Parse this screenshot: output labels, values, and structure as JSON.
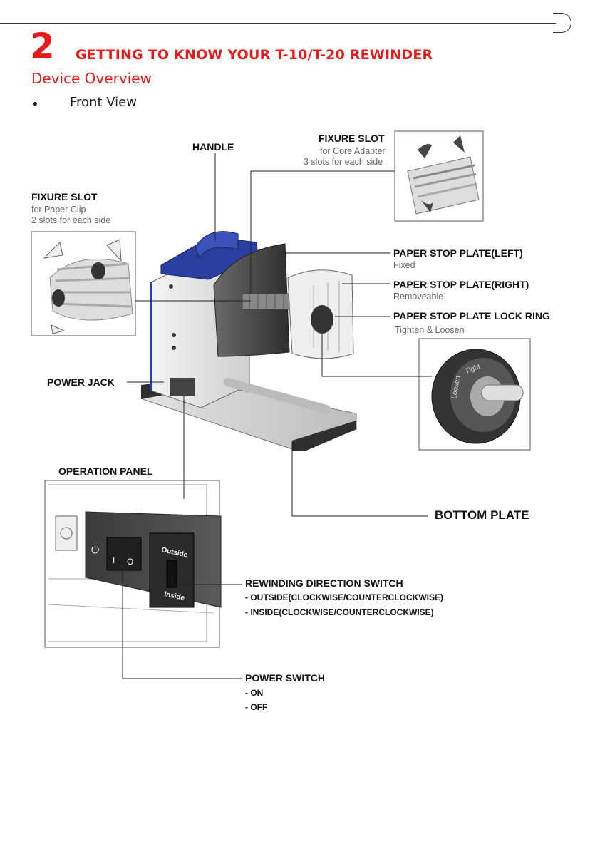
{
  "header": {
    "chapter_number": "2",
    "chapter_title": "GETTING TO KNOW YOUR T-10/T-20 REWINDER",
    "section_title": "Device Overview",
    "bullet_glyph": "•",
    "bullet_label": "Front View"
  },
  "labels": {
    "handle": "HANDLE",
    "fixure_core": {
      "title": "FIXURE SLOT",
      "line1": "for Core Adapter",
      "line2": "3 slots for each side"
    },
    "fixure_clip": {
      "title": "FIXURE SLOT",
      "line1": "for Paper Clip",
      "line2": "2 slots for each side"
    },
    "stop_left": {
      "title": "PAPER STOP PLATE(LEFT)",
      "note": "Fixed"
    },
    "stop_right": {
      "title": "PAPER STOP PLATE(RIGHT)",
      "note": "Removeable"
    },
    "lock_ring": {
      "title": "PAPER STOP PLATE LOCK RING",
      "note": "Tighten & Loosen"
    },
    "power_jack": "POWER JACK",
    "operation_panel": "OPERATION PANEL",
    "bottom_plate": "BOTTOM PLATE",
    "rewinding": {
      "title": "REWINDING DIRECTION SWITCH",
      "opt1": "- OUTSIDE(CLOCKWISE/COUNTERCLOCKWISE)",
      "opt2": "- INSIDE(CLOCKWISE/COUNTERCLOCKWISE)"
    },
    "power_switch": {
      "title": "POWER SWITCH",
      "opt1": "- ON",
      "opt2": "- OFF"
    }
  },
  "device_markings": {
    "switch_outside": "Outside",
    "switch_inside": "Inside",
    "ring_loosen": "Loosen",
    "ring_tighten": "Tight",
    "power_glyph": "⏻",
    "power_on_glyph": "I",
    "power_off_glyph": "O"
  },
  "colors": {
    "accent_red": "#e31b1b",
    "handle_blue": "#2a3f9e"
  }
}
